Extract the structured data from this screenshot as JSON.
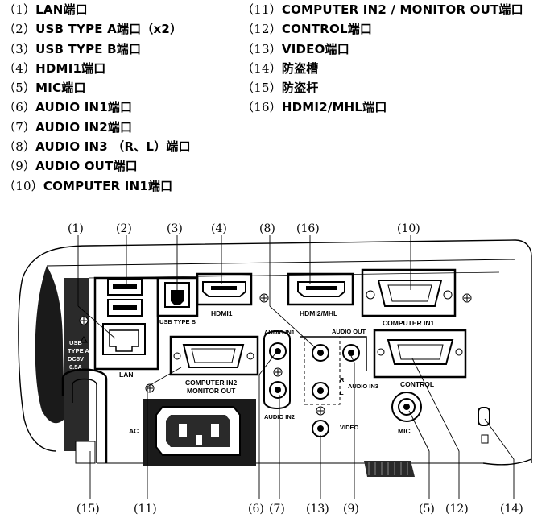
{
  "legend": {
    "left": [
      {
        "num": "（1）",
        "text": "LAN端口"
      },
      {
        "num": "（2）",
        "text": "USB TYPE A端口（x2）"
      },
      {
        "num": "（3）",
        "text": "USB TYPE B端口"
      },
      {
        "num": "（4）",
        "text": "HDMI1端口"
      },
      {
        "num": "（5）",
        "text": "MIC端口"
      },
      {
        "num": "（6）",
        "text": "AUDIO IN1端口"
      },
      {
        "num": "（7）",
        "text": "AUDIO IN2端口"
      },
      {
        "num": "（8）",
        "text": "AUDIO IN3 （R、L）端口"
      },
      {
        "num": "（9）",
        "text": "AUDIO OUT端口"
      },
      {
        "num": "（10）",
        "text": "COMPUTER IN1端口"
      }
    ],
    "right": [
      {
        "num": "（11）",
        "text": "COMPUTER IN2 / MONITOR OUT端口"
      },
      {
        "num": "（12）",
        "text": "CONTROL端口"
      },
      {
        "num": "（13）",
        "text": "VIDEO端口"
      },
      {
        "num": "（14）",
        "text": "防盗槽"
      },
      {
        "num": "（15）",
        "text": "防盗杆"
      },
      {
        "num": "（16）",
        "text": "HDMI2/MHL端口"
      }
    ]
  },
  "callouts_top": [
    "(1)",
    "(2)",
    "(3)",
    "(4)",
    "(8)",
    "(16)",
    "(10)"
  ],
  "callouts_bottom": [
    "(15)",
    "(11)",
    "(6)",
    "(7)",
    "(13)",
    "(9)",
    "(5)",
    "(12)",
    "(14)"
  ],
  "panel_labels": {
    "usb_side": [
      "USB",
      "TYPE A",
      "DC5V",
      "0.5A"
    ],
    "lan": "LAN",
    "usb_type_b": "USB TYPE B",
    "hdmi1": "HDMI1",
    "hdmi2": "HDMI2/MHL",
    "computer_in1": "COMPUTER IN1",
    "computer_in2": "COMPUTER IN2",
    "monitor_out": "MONITOR OUT",
    "ac": "AC",
    "audio_in1": "AUDIO IN1",
    "audio_in2": "AUDIO IN2",
    "audio_out": "AUDIO OUT",
    "audio_in3": "AUDIO IN3",
    "r": "R",
    "l": "L",
    "video": "VIDEO",
    "control": "CONTROL",
    "mic": "MIC"
  }
}
